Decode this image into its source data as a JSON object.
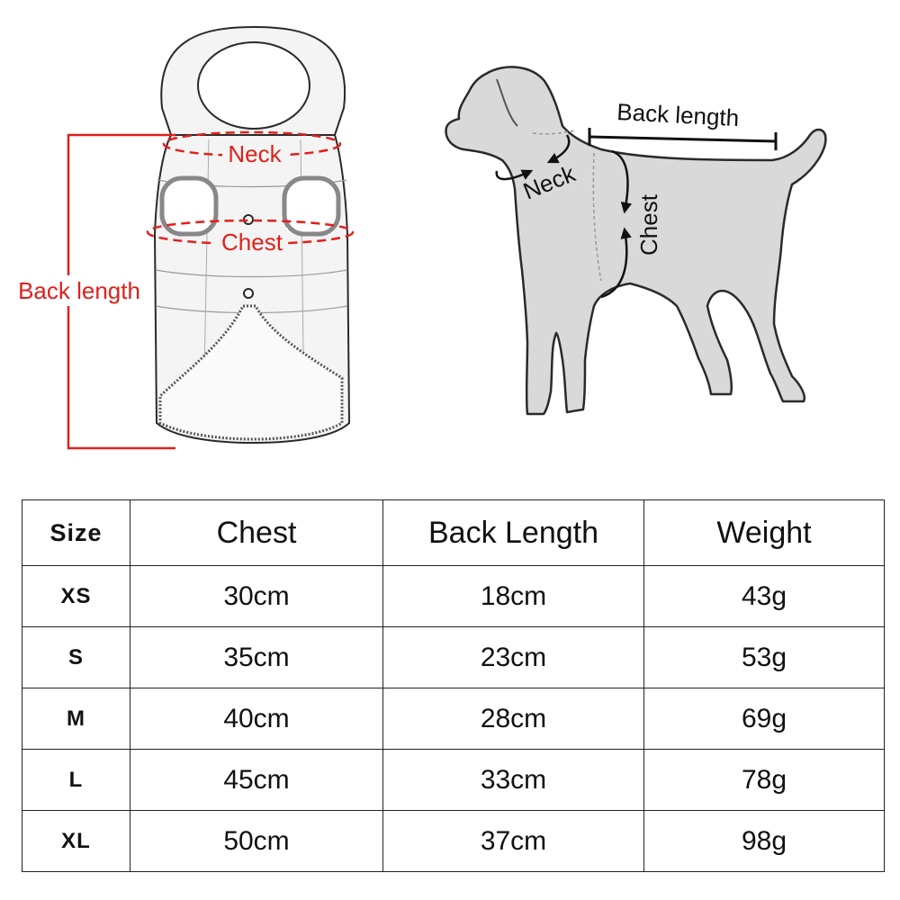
{
  "garment_labels": {
    "neck": "Neck",
    "chest": "Chest",
    "back_length": "Back length"
  },
  "dog_labels": {
    "back_length": "Back length",
    "neck": "Neck",
    "chest": "Chest"
  },
  "colors": {
    "red_label": "#e0201b",
    "dog_fill": "#d9d9d9",
    "outline": "#2a2a2a"
  },
  "table": {
    "headers": [
      "Size",
      "Chest",
      "Back Length",
      "Weight"
    ],
    "rows": [
      [
        "XS",
        "30cm",
        "18cm",
        "43g"
      ],
      [
        "S",
        "35cm",
        "23cm",
        "53g"
      ],
      [
        "M",
        "40cm",
        "28cm",
        "69g"
      ],
      [
        "L",
        "45cm",
        "33cm",
        "78g"
      ],
      [
        "XL",
        "50cm",
        "37cm",
        "98g"
      ]
    ]
  }
}
